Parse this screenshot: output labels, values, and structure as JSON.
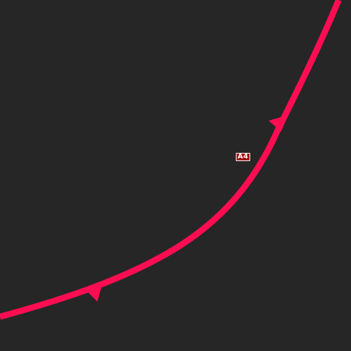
{
  "map": {
    "background_color": "#262626",
    "road": {
      "color": "#ff0d52",
      "type": "motorway",
      "direction_arrows": 2
    },
    "shield": {
      "label": "A4",
      "fill_color": "#a30f0f",
      "border_color": "#ffffff",
      "text_color": "#ffffff"
    }
  }
}
